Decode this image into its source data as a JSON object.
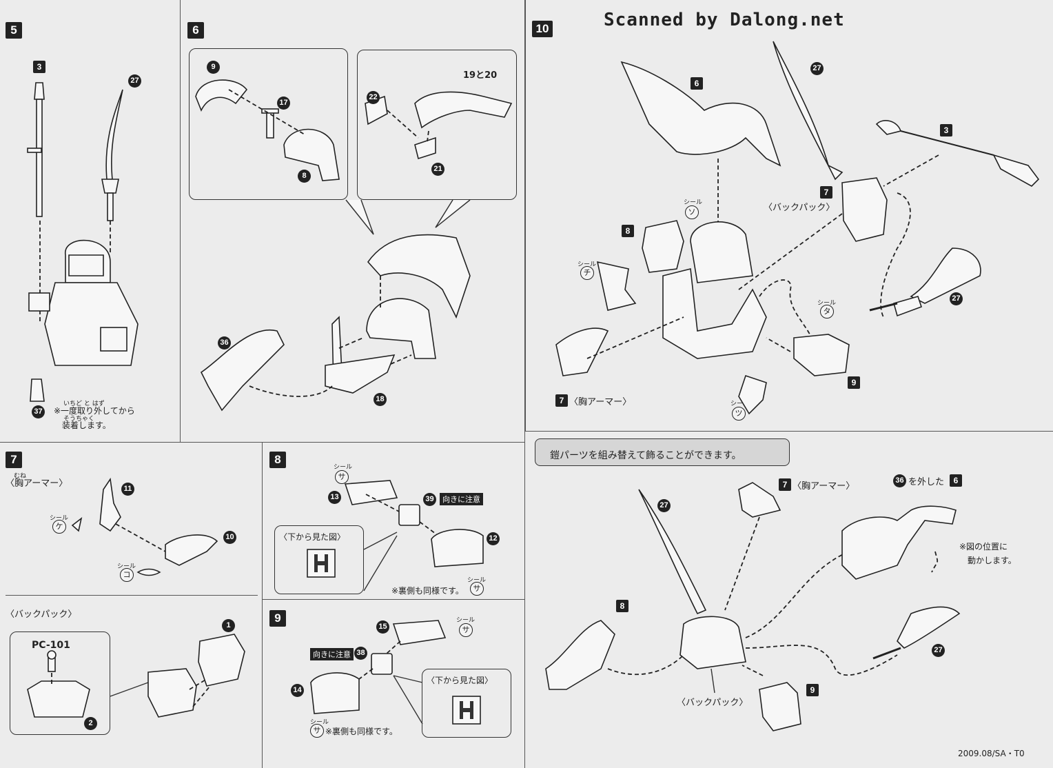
{
  "watermark": "Scanned by Dalong.net",
  "footer_code": "2009.08/SA・T0",
  "steps": {
    "s5": {
      "num": "5",
      "parts": {
        "p3": "3",
        "p27": "27",
        "p37": "37"
      },
      "note_line1": "※一度取り外してから",
      "note_line2": "装着します。",
      "ruby1": "いちど と はず",
      "ruby2": "そうちゃく"
    },
    "s6": {
      "num": "6",
      "parts": {
        "p9": "9",
        "p17": "17",
        "p8": "8",
        "p22": "22",
        "p19_20": "19と20",
        "p21": "21",
        "p36": "36",
        "p18": "18"
      }
    },
    "s7": {
      "num": "7",
      "chest_title": "〈胸アーマー〉",
      "ruby_mune": "むね",
      "parts": {
        "p11": "11",
        "p10": "10",
        "p1": "1",
        "p2": "2"
      },
      "seal_label": "シール",
      "seal_ke": "ケ",
      "seal_ko": "コ",
      "backpack_title": "〈バックパック〉",
      "pc_label": "PC-101"
    },
    "s8": {
      "num": "8",
      "parts": {
        "p13": "13",
        "p39": "39",
        "p12": "12"
      },
      "seal_label": "シール",
      "seal_sa": "サ",
      "caution": "向きに注意",
      "view_label": "〈下から見た図〉",
      "back_note": "※裏側も同様です。"
    },
    "s9": {
      "num": "9",
      "parts": {
        "p15": "15",
        "p38": "38",
        "p14": "14"
      },
      "seal_label": "シール",
      "seal_sa": "サ",
      "caution": "向きに注意",
      "view_label": "〈下から見た図〉",
      "back_note": "※裏側も同様です。"
    },
    "s10": {
      "num": "10",
      "parts": {
        "p6": "6",
        "p27": "27",
        "p3": "3",
        "p7": "7",
        "p8": "8",
        "p9": "9"
      },
      "backpack_label": "〈バックパック〉",
      "chest_label": "〈胸アーマー〉",
      "seal_label": "シール",
      "seal_so": "ソ",
      "seal_chi": "チ",
      "seal_ta": "タ",
      "seal_tsu": "ツ"
    },
    "display": {
      "banner": "鎧パーツを組み替えて飾ることができます。",
      "chest_label": "〈胸アーマー〉",
      "removed_label": "を外した",
      "move_note_line1": "※図の位置に",
      "move_note_line2": "動かします。",
      "backpack_label": "〈バックパック〉",
      "parts": {
        "p7": "7",
        "p27": "27",
        "p36": "36",
        "p6": "6",
        "p8": "8",
        "p9": "9"
      }
    }
  }
}
